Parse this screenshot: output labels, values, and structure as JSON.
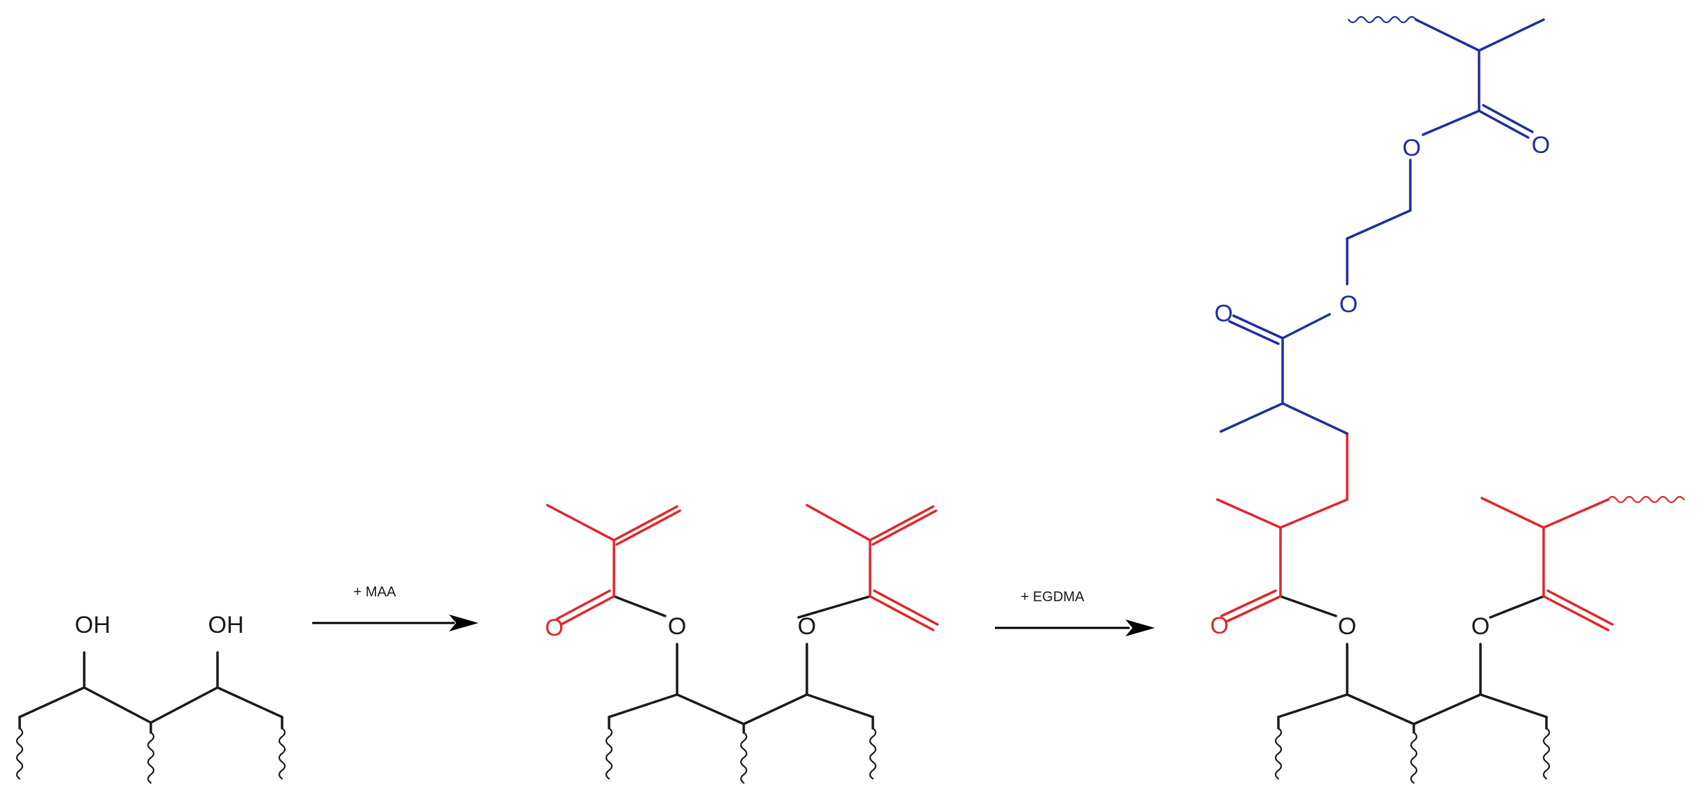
{
  "colors": {
    "backbone": "#1a1a1a",
    "methacrylate": "#e0262b",
    "crosslinker": "#1f2f9c",
    "arrow": "#000000"
  },
  "reagents": {
    "step1": "+ MAA",
    "step2": "+ EGDMA"
  },
  "atoms": {
    "hydroxyl": "OH",
    "oxygen": "O"
  }
}
